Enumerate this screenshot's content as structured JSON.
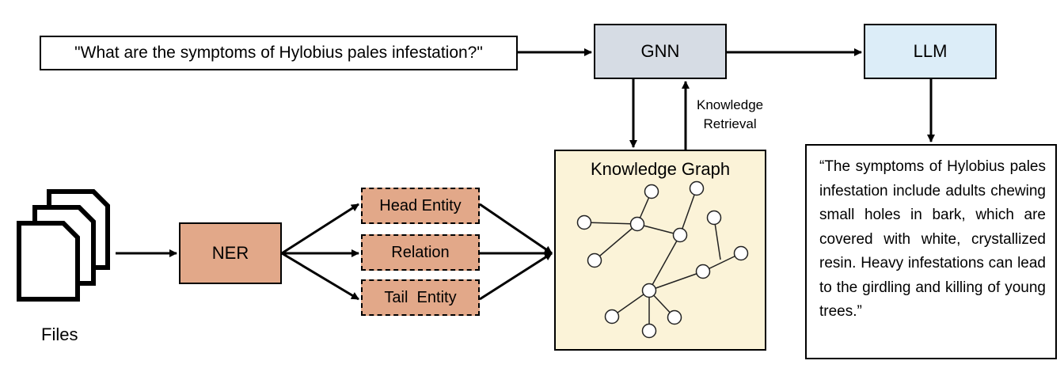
{
  "query": "\"What are the symptoms of Hylobius pales infestation?\"",
  "gnn_label": "GNN",
  "llm_label": "LLM",
  "retrieval_line1": "Knowledge",
  "retrieval_line2": "Retrieval",
  "kg_title": "Knowledge Graph",
  "ner_label": "NER",
  "head_entity": "Head Entity",
  "relation": "Relation",
  "tail_entity": "Tail  Entity",
  "files_label": "Files",
  "answer": "“The symptoms of Hylobius pales infestation include adults chewing small holes in bark, which are covered with white, crystallized resin. Heavy infestations can lead to the girdling and killing of young trees.”",
  "colors": {
    "gnn_fill": "#d6dce4",
    "llm_fill": "#dcedf8",
    "ner_fill": "#e2a889",
    "kg_fill": "#fbf3d8"
  },
  "icons": [
    "files-icon"
  ]
}
